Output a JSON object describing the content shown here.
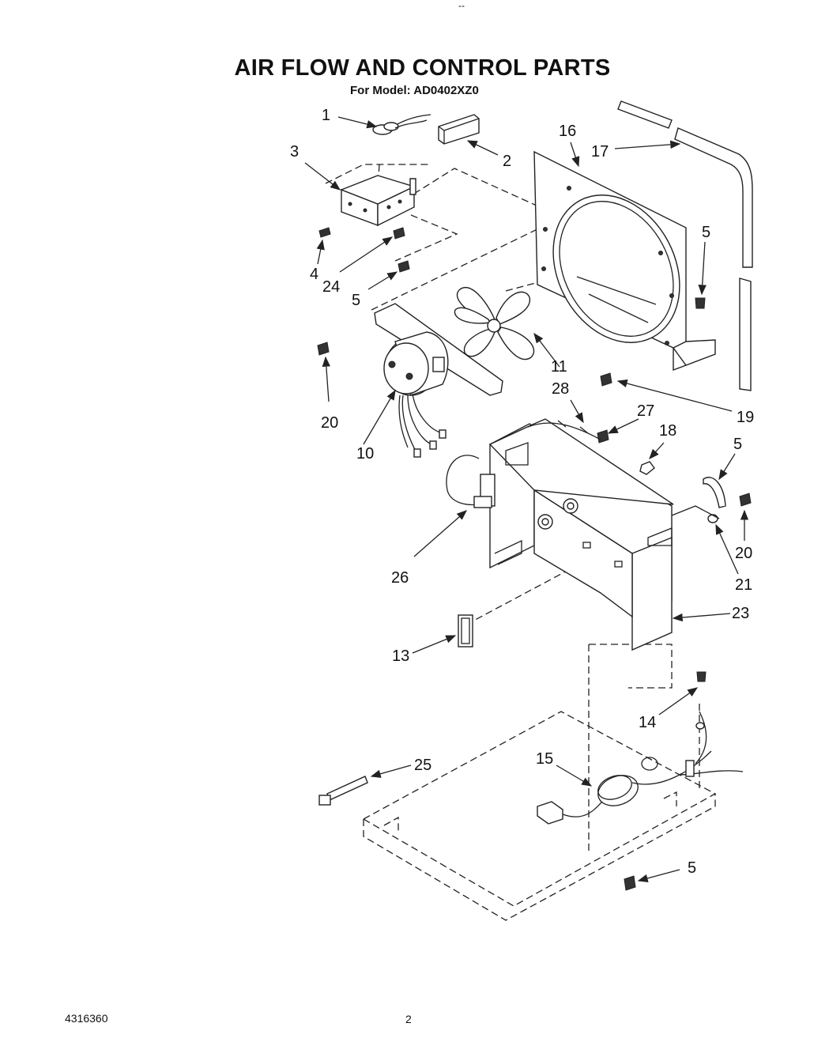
{
  "page": {
    "top_mark": "--",
    "title": "AIR FLOW AND CONTROL PARTS",
    "subtitle": "For Model: AD0402XZ0",
    "doc_number": "4316360",
    "page_number": "2"
  },
  "callouts": [
    "1",
    "2",
    "3",
    "4",
    "24",
    "5",
    "16",
    "17",
    "5",
    "20",
    "10",
    "11",
    "28",
    "27",
    "18",
    "19",
    "5",
    "20",
    "21",
    "26",
    "23",
    "13",
    "14",
    "25",
    "15",
    "5"
  ]
}
